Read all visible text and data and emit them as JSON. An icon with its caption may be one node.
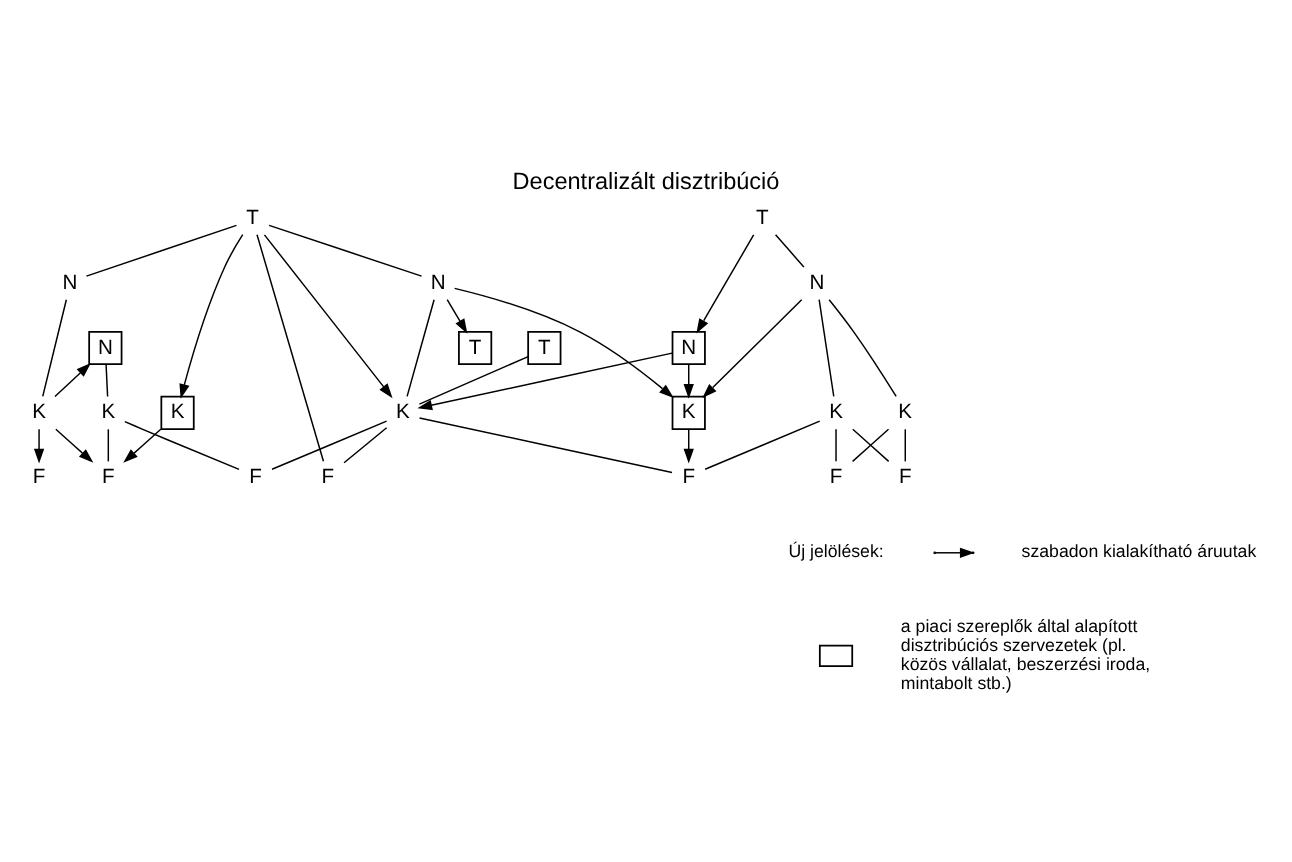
{
  "diagram": {
    "title": "Decentralizált disztribúció",
    "nodes": [
      {
        "text": [
          "T"
        ]
      },
      {
        "text": [
          "T"
        ]
      },
      {
        "text": [
          "T"
        ]
      },
      {
        "text": [
          "T"
        ]
      },
      {
        "text": [
          "N"
        ]
      },
      {
        "text": [
          "N"
        ]
      },
      {
        "text": [
          "N"
        ]
      },
      {
        "text": [
          "N"
        ]
      },
      {
        "text": [
          "N"
        ]
      },
      {
        "text": [
          "K"
        ]
      },
      {
        "text": [
          "K"
        ]
      },
      {
        "text": [
          "K"
        ]
      },
      {
        "text": [
          "K"
        ]
      },
      {
        "text": [
          "K"
        ]
      },
      {
        "text": [
          "K"
        ]
      },
      {
        "text": [
          "K"
        ]
      },
      {
        "text": [
          "F"
        ]
      },
      {
        "text": [
          "F"
        ]
      },
      {
        "text": [
          "F"
        ]
      },
      {
        "text": [
          "F"
        ]
      },
      {
        "text": [
          "F"
        ]
      },
      {
        "text": [
          "F"
        ]
      },
      {
        "text": [
          "F"
        ]
      }
    ],
    "edges": [
      {
        "from": 0,
        "to": 4,
        "arrow": "none"
      },
      {
        "from": 0,
        "to": 14,
        "arrow": "to"
      },
      {
        "from": 0,
        "to": 19,
        "arrow": "none"
      },
      {
        "from": 0,
        "to": 11,
        "arrow": "to"
      },
      {
        "from": 0,
        "to": 5,
        "arrow": "none"
      },
      {
        "from": 5,
        "to": 1,
        "arrow": "to"
      },
      {
        "from": 5,
        "to": 11,
        "arrow": "none"
      },
      {
        "from": 5,
        "to": 15,
        "arrow": "to"
      },
      {
        "from": 4,
        "to": 9,
        "arrow": "none"
      },
      {
        "from": 9,
        "to": 7,
        "arrow": "to"
      },
      {
        "from": 7,
        "to": 10,
        "arrow": "none"
      },
      {
        "from": 9,
        "to": 16,
        "arrow": "to"
      },
      {
        "from": 9,
        "to": 17,
        "arrow": "to"
      },
      {
        "from": 10,
        "to": 17,
        "arrow": "none"
      },
      {
        "from": 10,
        "to": 18,
        "arrow": "none"
      },
      {
        "from": 14,
        "to": 17,
        "arrow": "to"
      },
      {
        "from": 2,
        "to": 11,
        "arrow": "none"
      },
      {
        "from": 11,
        "to": 18,
        "arrow": "none"
      },
      {
        "from": 11,
        "to": 19,
        "arrow": "none"
      },
      {
        "from": 11,
        "to": 20,
        "arrow": "none"
      },
      {
        "from": 8,
        "to": 11,
        "arrow": "to"
      },
      {
        "from": 8,
        "to": 15,
        "arrow": "to"
      },
      {
        "from": 3,
        "to": 8,
        "arrow": "to"
      },
      {
        "from": 3,
        "to": 6,
        "arrow": "none"
      },
      {
        "from": 6,
        "to": 15,
        "arrow": "to"
      },
      {
        "from": 6,
        "to": 12,
        "arrow": "none"
      },
      {
        "from": 6,
        "to": 13,
        "arrow": "none"
      },
      {
        "from": 15,
        "to": 20,
        "arrow": "to"
      },
      {
        "from": 12,
        "to": 20,
        "arrow": "none"
      },
      {
        "from": 12,
        "to": 21,
        "arrow": "none"
      },
      {
        "from": 12,
        "to": 22,
        "arrow": "none"
      },
      {
        "from": 13,
        "to": 21,
        "arrow": "none"
      },
      {
        "from": 13,
        "to": 22,
        "arrow": "none"
      }
    ],
    "labels": [
      "Új jelölések:"
    ],
    "legend": [
      {
        "text": "szabadon kialakítható áruutak"
      },
      {
        "text": "a piaci szereplők által alapított disztribúciós szervezetek (pl. közös vállalat, beszerzési iroda, mintabolt stb.)"
      }
    ]
  }
}
